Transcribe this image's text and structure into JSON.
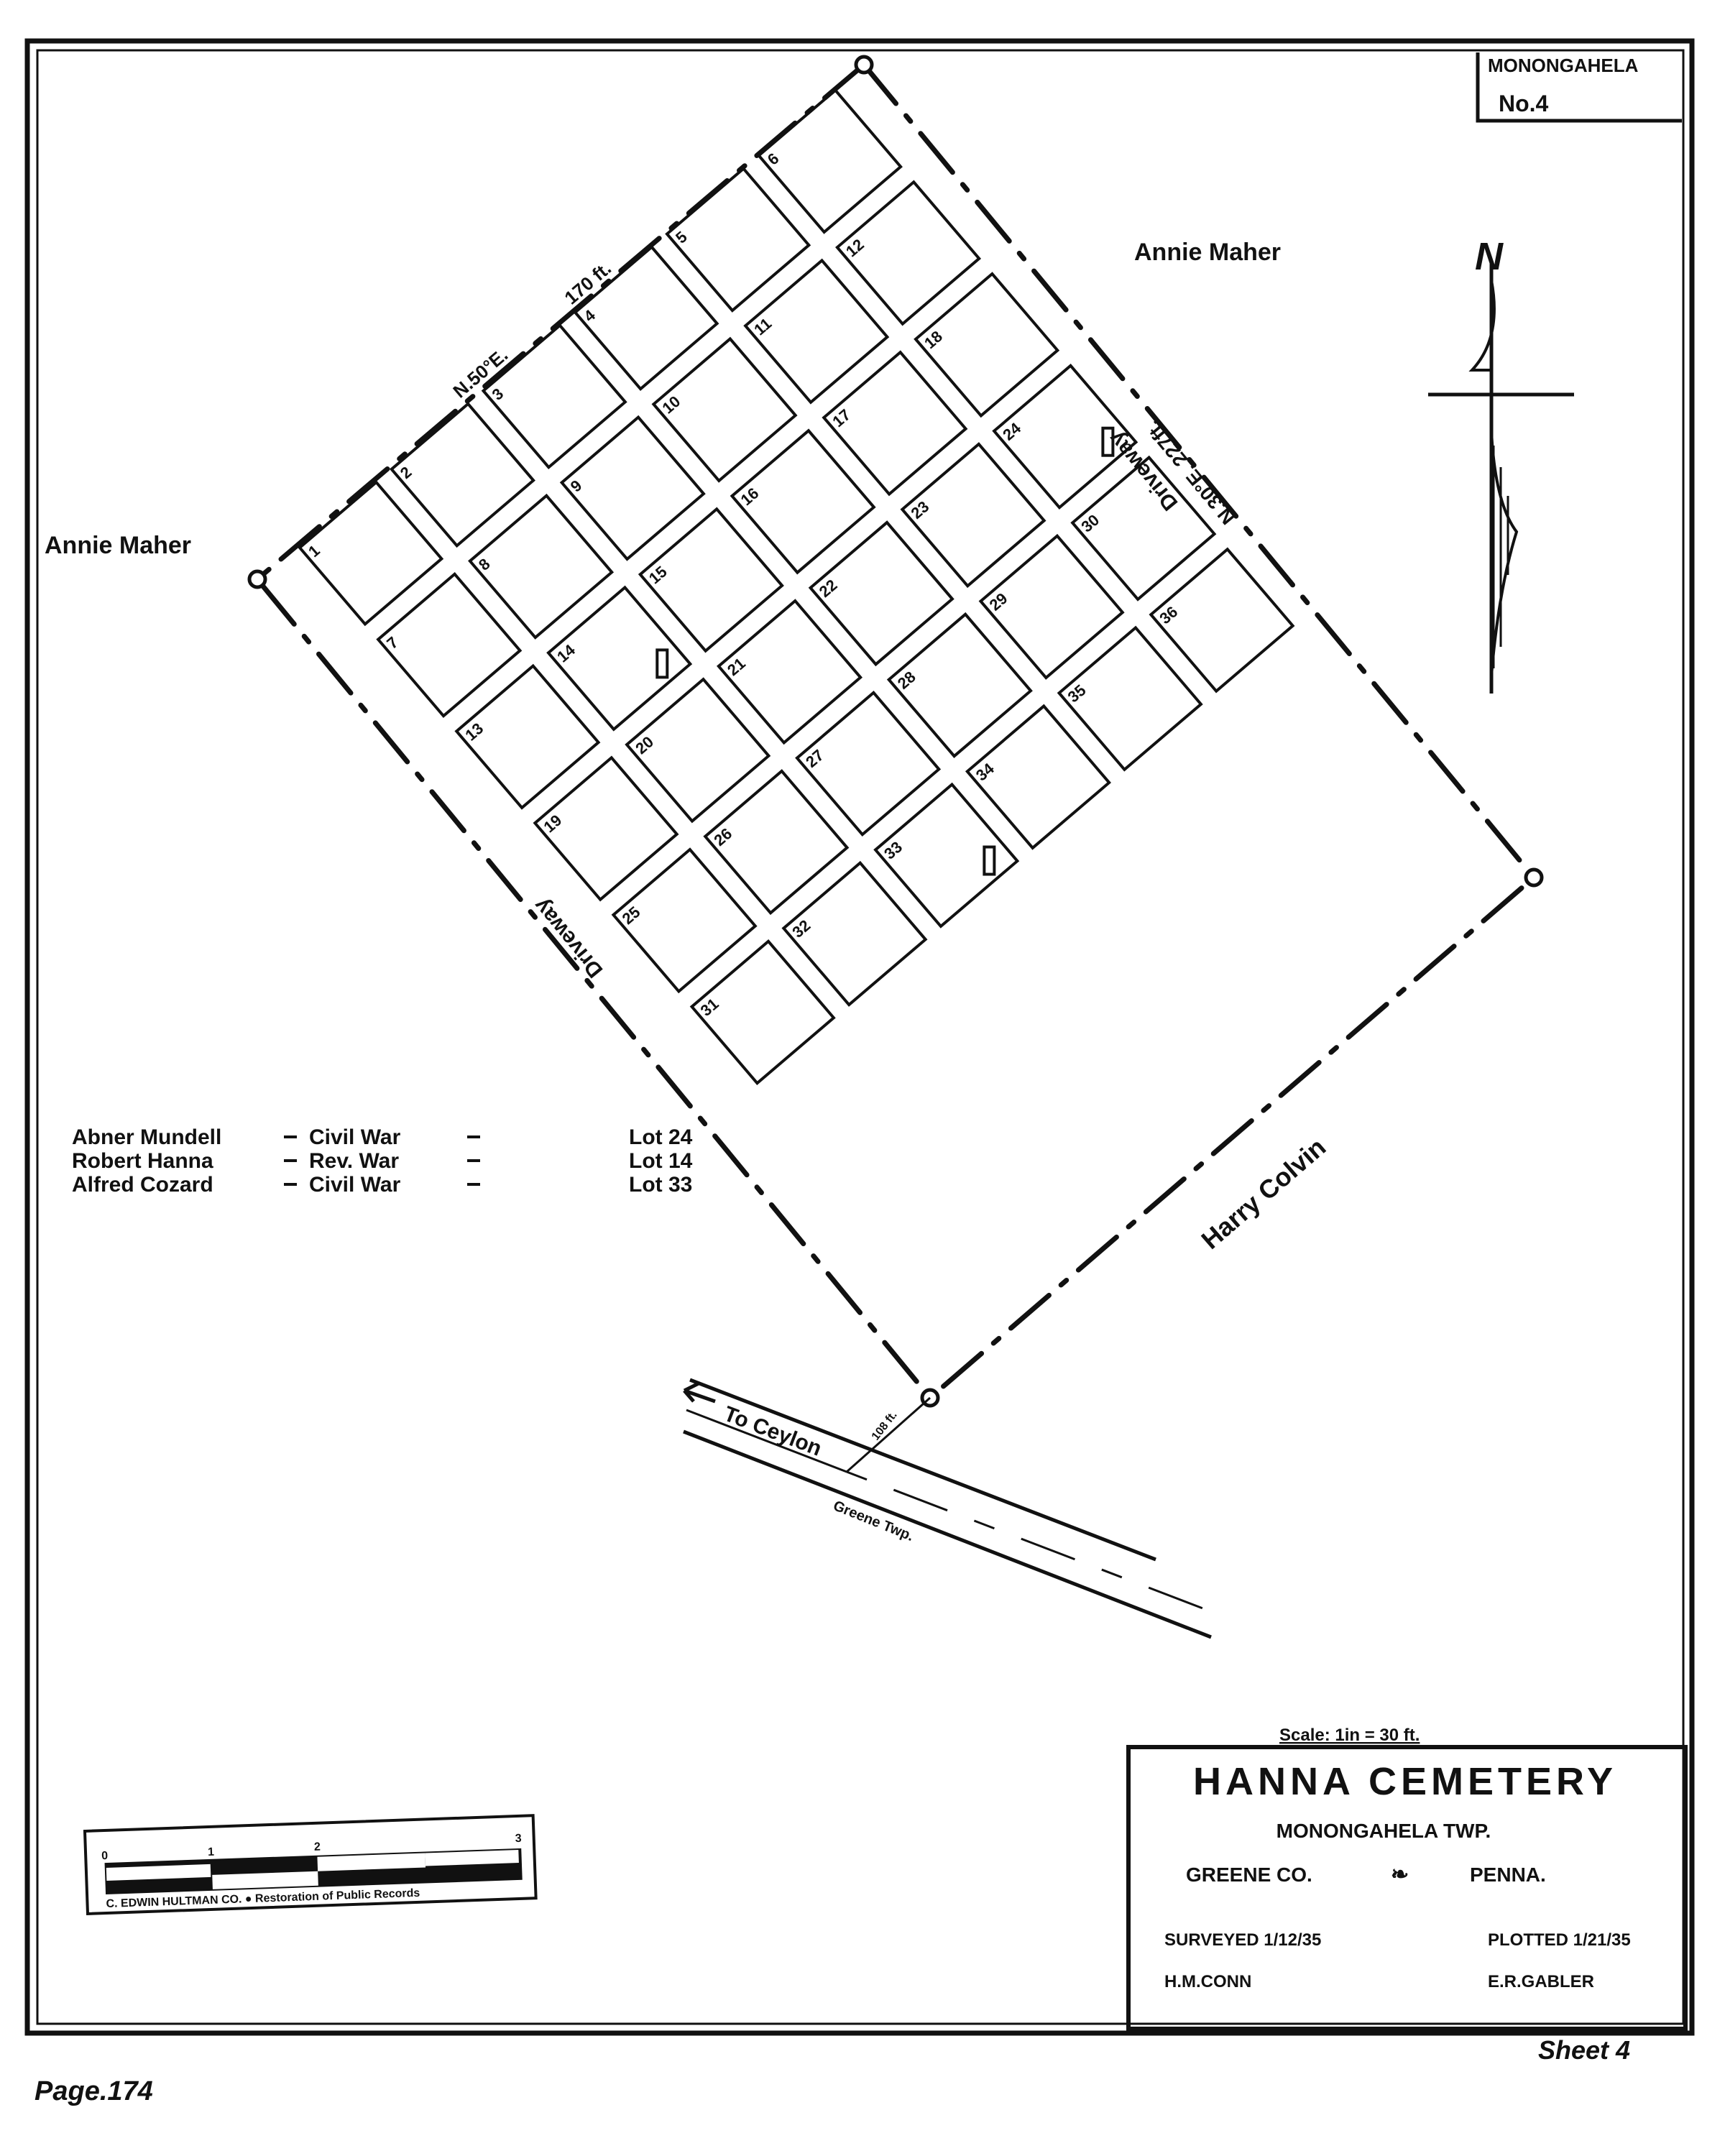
{
  "badge": {
    "line1": "MONONGAHELA",
    "line2": "No.4"
  },
  "adjoiners": {
    "north": "Annie Maher",
    "west": "Annie Maher",
    "southeast": "Harry Colvin"
  },
  "bearings": {
    "northwest_bearing": "N.50°E.",
    "northwest_length": "170 ft.",
    "northeast": "N.30°E. 227ft."
  },
  "driveways": {
    "east": "Driveway",
    "west": "Driveway"
  },
  "north_label": "N",
  "lots": [
    "1",
    "2",
    "3",
    "4",
    "5",
    "6",
    "7",
    "8",
    "9",
    "10",
    "11",
    "12",
    "13",
    "14",
    "15",
    "16",
    "17",
    "18",
    "19",
    "20",
    "21",
    "22",
    "23",
    "24",
    "25",
    "26",
    "27",
    "28",
    "29",
    "30",
    "31",
    "32",
    "33",
    "34",
    "35",
    "36"
  ],
  "burials": [
    {
      "name": "Abner Mundell",
      "war": "Civil War",
      "lot_label": "Lot 24",
      "lot": "24"
    },
    {
      "name": "Robert Hanna",
      "war": "Rev. War",
      "lot_label": "Lot 14",
      "lot": "14"
    },
    {
      "name": "Alfred Cozard",
      "war": "Civil War",
      "lot_label": "Lot 33",
      "lot": "33"
    }
  ],
  "road": {
    "direction": "To Ceylon",
    "distance": "108 ft.",
    "township": "Greene Twp."
  },
  "scale_note": "Scale: 1in = 30 ft.",
  "title_block": {
    "title": "HANNA CEMETERY",
    "township": "MONONGAHELA TWP.",
    "county": "GREENE CO.",
    "state": "PENNA.",
    "surveyed": "SURVEYED 1/12/35",
    "plotted": "PLOTTED 1/21/35",
    "surveyor": "H.M.CONN",
    "plotter": "E.R.GABLER"
  },
  "scale_bar": {
    "ticks": [
      "0",
      "1",
      "2",
      "3"
    ],
    "credit": "C. EDWIN HULTMAN CO. ● Restoration of Public Records"
  },
  "page": "Page.174",
  "sheet": "Sheet 4"
}
